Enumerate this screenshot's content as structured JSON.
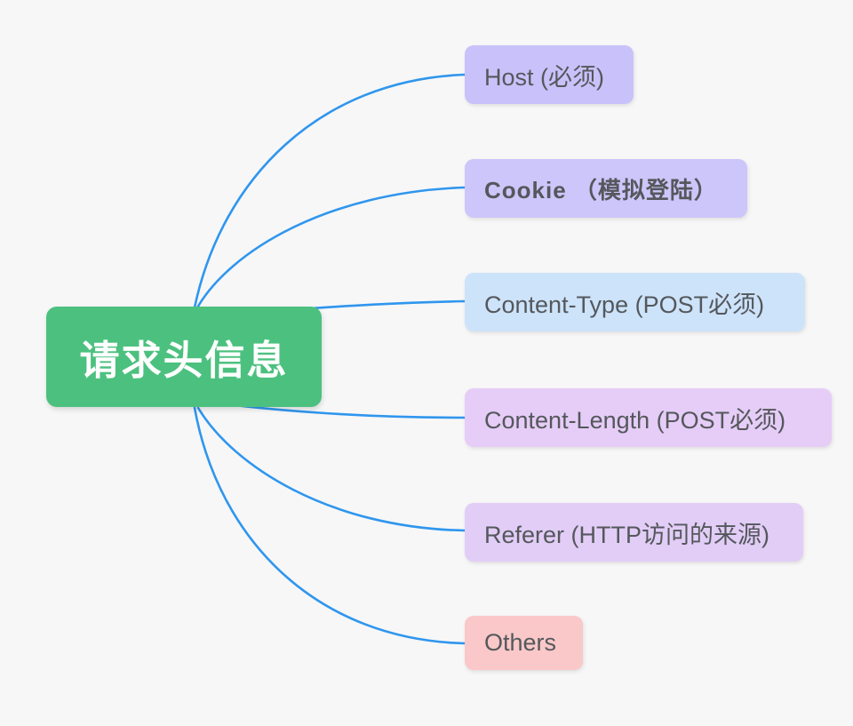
{
  "diagram": {
    "type": "mindmap",
    "title": "请求头信息",
    "background_color": "#f7f7f7",
    "connector_color": "#2f96ee",
    "root": {
      "label": "请求头信息",
      "color": "#4cc17f",
      "text_color": "#ffffff"
    },
    "branches": [
      {
        "label": "Host (必须)",
        "color": "#c9c2fa",
        "text_color": "#54585c",
        "bold": false
      },
      {
        "label": "Cookie （模拟登陆）",
        "color": "#cdc6fb",
        "text_color": "#54585c",
        "bold": true
      },
      {
        "label": "Content-Type (POST必须)",
        "color": "#cde3fa",
        "text_color": "#54585c",
        "bold": false
      },
      {
        "label": "Content-Length (POST必须)",
        "color": "#e6cdf7",
        "text_color": "#54585c",
        "bold": false
      },
      {
        "label": "Referer (HTTP访问的来源)",
        "color": "#e2cdf7",
        "text_color": "#54585c",
        "bold": false
      },
      {
        "label": "Others",
        "color": "#fac8c8",
        "text_color": "#54585c",
        "bold": false
      }
    ]
  }
}
